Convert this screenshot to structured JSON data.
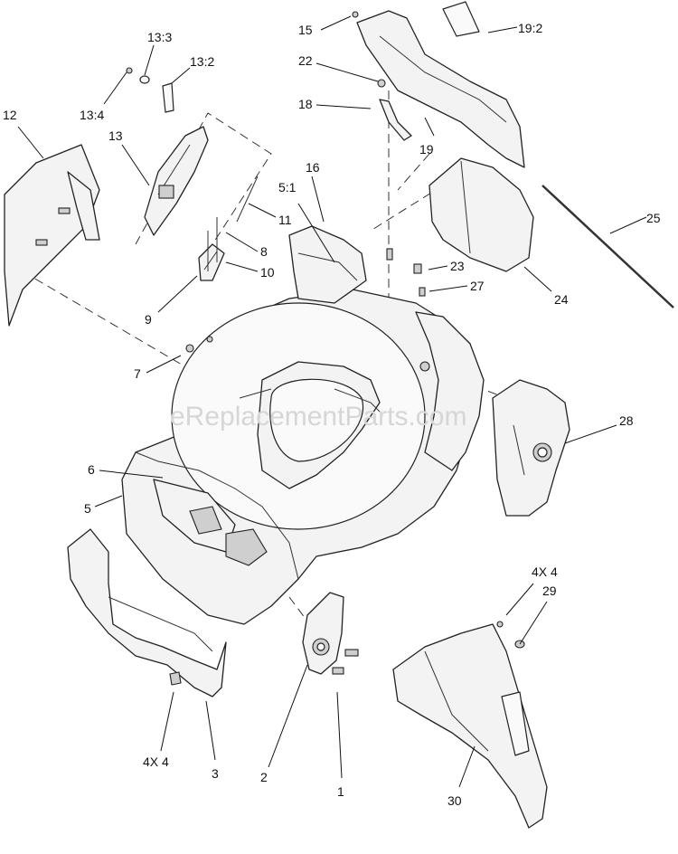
{
  "watermark": "eReplacementParts.com",
  "callouts": {
    "c15": "15",
    "c19_2": "19:2",
    "c22": "22",
    "c18": "18",
    "c19": "19",
    "c13_3": "13:3",
    "c13_2": "13:2",
    "c13_4": "13:4",
    "c13": "13",
    "c12": "12",
    "c16": "16",
    "c5_1": "5:1",
    "c11": "11",
    "c8": "8",
    "c10": "10",
    "c9": "9",
    "c25": "25",
    "c23": "23",
    "c27": "27",
    "c24": "24",
    "c7": "7",
    "c28": "28",
    "c6": "6",
    "c5": "5",
    "c4x4_right": "4X 4",
    "c29": "29",
    "c4x4_left": "4X 4",
    "c3": "3",
    "c2": "2",
    "c1": "1",
    "c30": "30"
  }
}
